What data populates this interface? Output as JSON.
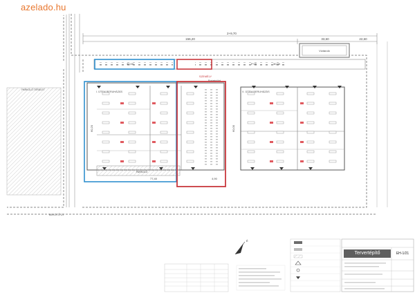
{
  "watermark": {
    "text": "azelado.hu",
    "color": "#e8762d"
  },
  "colors": {
    "line": "#7a7a7a",
    "dark": "#333333",
    "blue_outline": "#2f8fcf",
    "red_outline": "#c8373c",
    "red_marks": "#e05a5f",
    "gray_marks": "#bdbdbd",
    "hatch": "#d8d8d8"
  },
  "dimensions": {
    "top_total": "2+9,70",
    "top_left": "156,20",
    "top_right_a": "33,60",
    "top_right_b": "22,60",
    "strip_left": "30,00",
    "strip_right": "30,00",
    "strip_small": "P'25",
    "bottom_mid": "77,40",
    "bottom_right": "4,90",
    "left_height": "60,20",
    "right_height": "60,00"
  },
  "labels": {
    "pool": "Víztároló",
    "gate": "SZEMÉLY",
    "gate_sub": "Portaépület",
    "block_left": "I. ÜTEM BERUHÁZÁS",
    "block_right": "II. ÜTEM BERUHÁZÁS",
    "bottom_strip": "PARKOLÓ",
    "road": "BEKÖTŐ ÚT",
    "left_lot": "PARKOLÓ TERÜLET",
    "compass": "É"
  },
  "title_block": {
    "logo": "Tervertépítő",
    "code": "EH-1/21"
  }
}
